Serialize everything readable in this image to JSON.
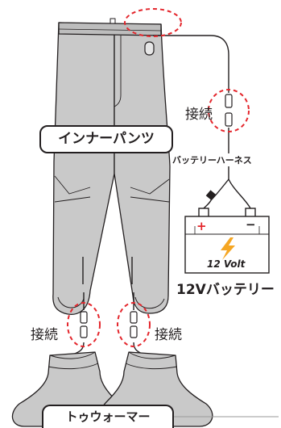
{
  "labels": {
    "inner_pants": "インナーパンツ",
    "battery_harness": "バッテリーハーネス",
    "battery": "12Vバッテリー",
    "toe_warmer": "トゥウォーマー",
    "connect_top": "接続",
    "connect_left": "接続",
    "connect_right": "接続",
    "volt": "12 Volt",
    "plus": "+",
    "minus": "−"
  },
  "colors": {
    "fabric": "#c9c9c9",
    "outline": "#231f20",
    "highlight": "#e4262c",
    "bolt": "#f5a623"
  }
}
